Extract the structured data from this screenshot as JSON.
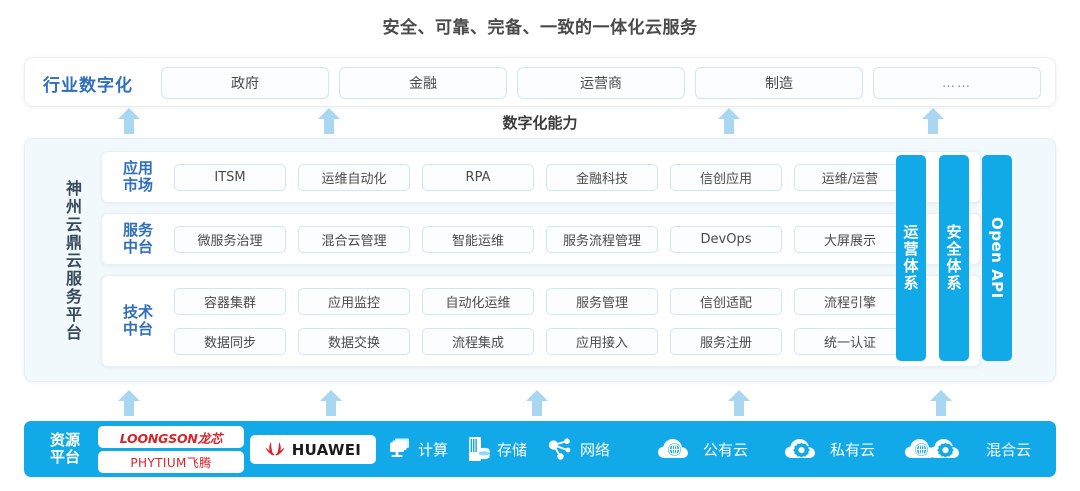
{
  "title": "安全、可靠、完备、一致的一体化云服务",
  "capability_label": "数字化能力",
  "industry": {
    "label": "行业数字化",
    "items": [
      "政府",
      "金融",
      "运营商",
      "制造",
      "……"
    ]
  },
  "platform": {
    "side_label": "神州云鼎云服务平台",
    "bands": [
      {
        "label_top": "应用",
        "label_bottom": "市场",
        "rows": [
          [
            "ITSM",
            "运维自动化",
            "RPA",
            "金融科技",
            "信创应用",
            "运维/运营"
          ]
        ]
      },
      {
        "label_top": "服务",
        "label_bottom": "中台",
        "rows": [
          [
            "微服务治理",
            "混合云管理",
            "智能运维",
            "服务流程管理",
            "DevOps",
            "大屏展示"
          ]
        ]
      },
      {
        "label_top": "技术",
        "label_bottom": "中台",
        "rows": [
          [
            "容器集群",
            "应用监控",
            "自动化运维",
            "服务管理",
            "信创适配",
            "流程引擎"
          ],
          [
            "数据同步",
            "数据交换",
            "流程集成",
            "应用接入",
            "服务注册",
            "统一认证"
          ]
        ]
      }
    ],
    "pillars": [
      {
        "text": "运营体系",
        "latin": false
      },
      {
        "text": "安全体系",
        "latin": false
      },
      {
        "text": "Open API",
        "latin": true
      }
    ]
  },
  "resource": {
    "label_top": "资源",
    "label_bottom": "平台",
    "logos": [
      {
        "name": "loongson",
        "text": "LOONGSON龙芯"
      },
      {
        "name": "phytium",
        "text": "PHYTIUM飞腾"
      },
      {
        "name": "huawei",
        "text": "HUAWEI"
      }
    ],
    "items": [
      {
        "icon": "compute-icon",
        "label": "计算"
      },
      {
        "icon": "storage-icon",
        "label": "存储"
      },
      {
        "icon": "network-icon",
        "label": "网络"
      },
      {
        "icon": "public-cloud-icon",
        "label": "公有云"
      },
      {
        "icon": "private-cloud-icon",
        "label": "私有云"
      },
      {
        "icon": "hybrid-cloud-icon",
        "label": "混合云"
      }
    ]
  },
  "colors": {
    "brand_blue": "#12a9e8",
    "label_blue": "#2f6fba",
    "arrow_blue": "#a9d7f2",
    "chip_border": "#cfe6f6",
    "logo_red": "#d8232a"
  }
}
